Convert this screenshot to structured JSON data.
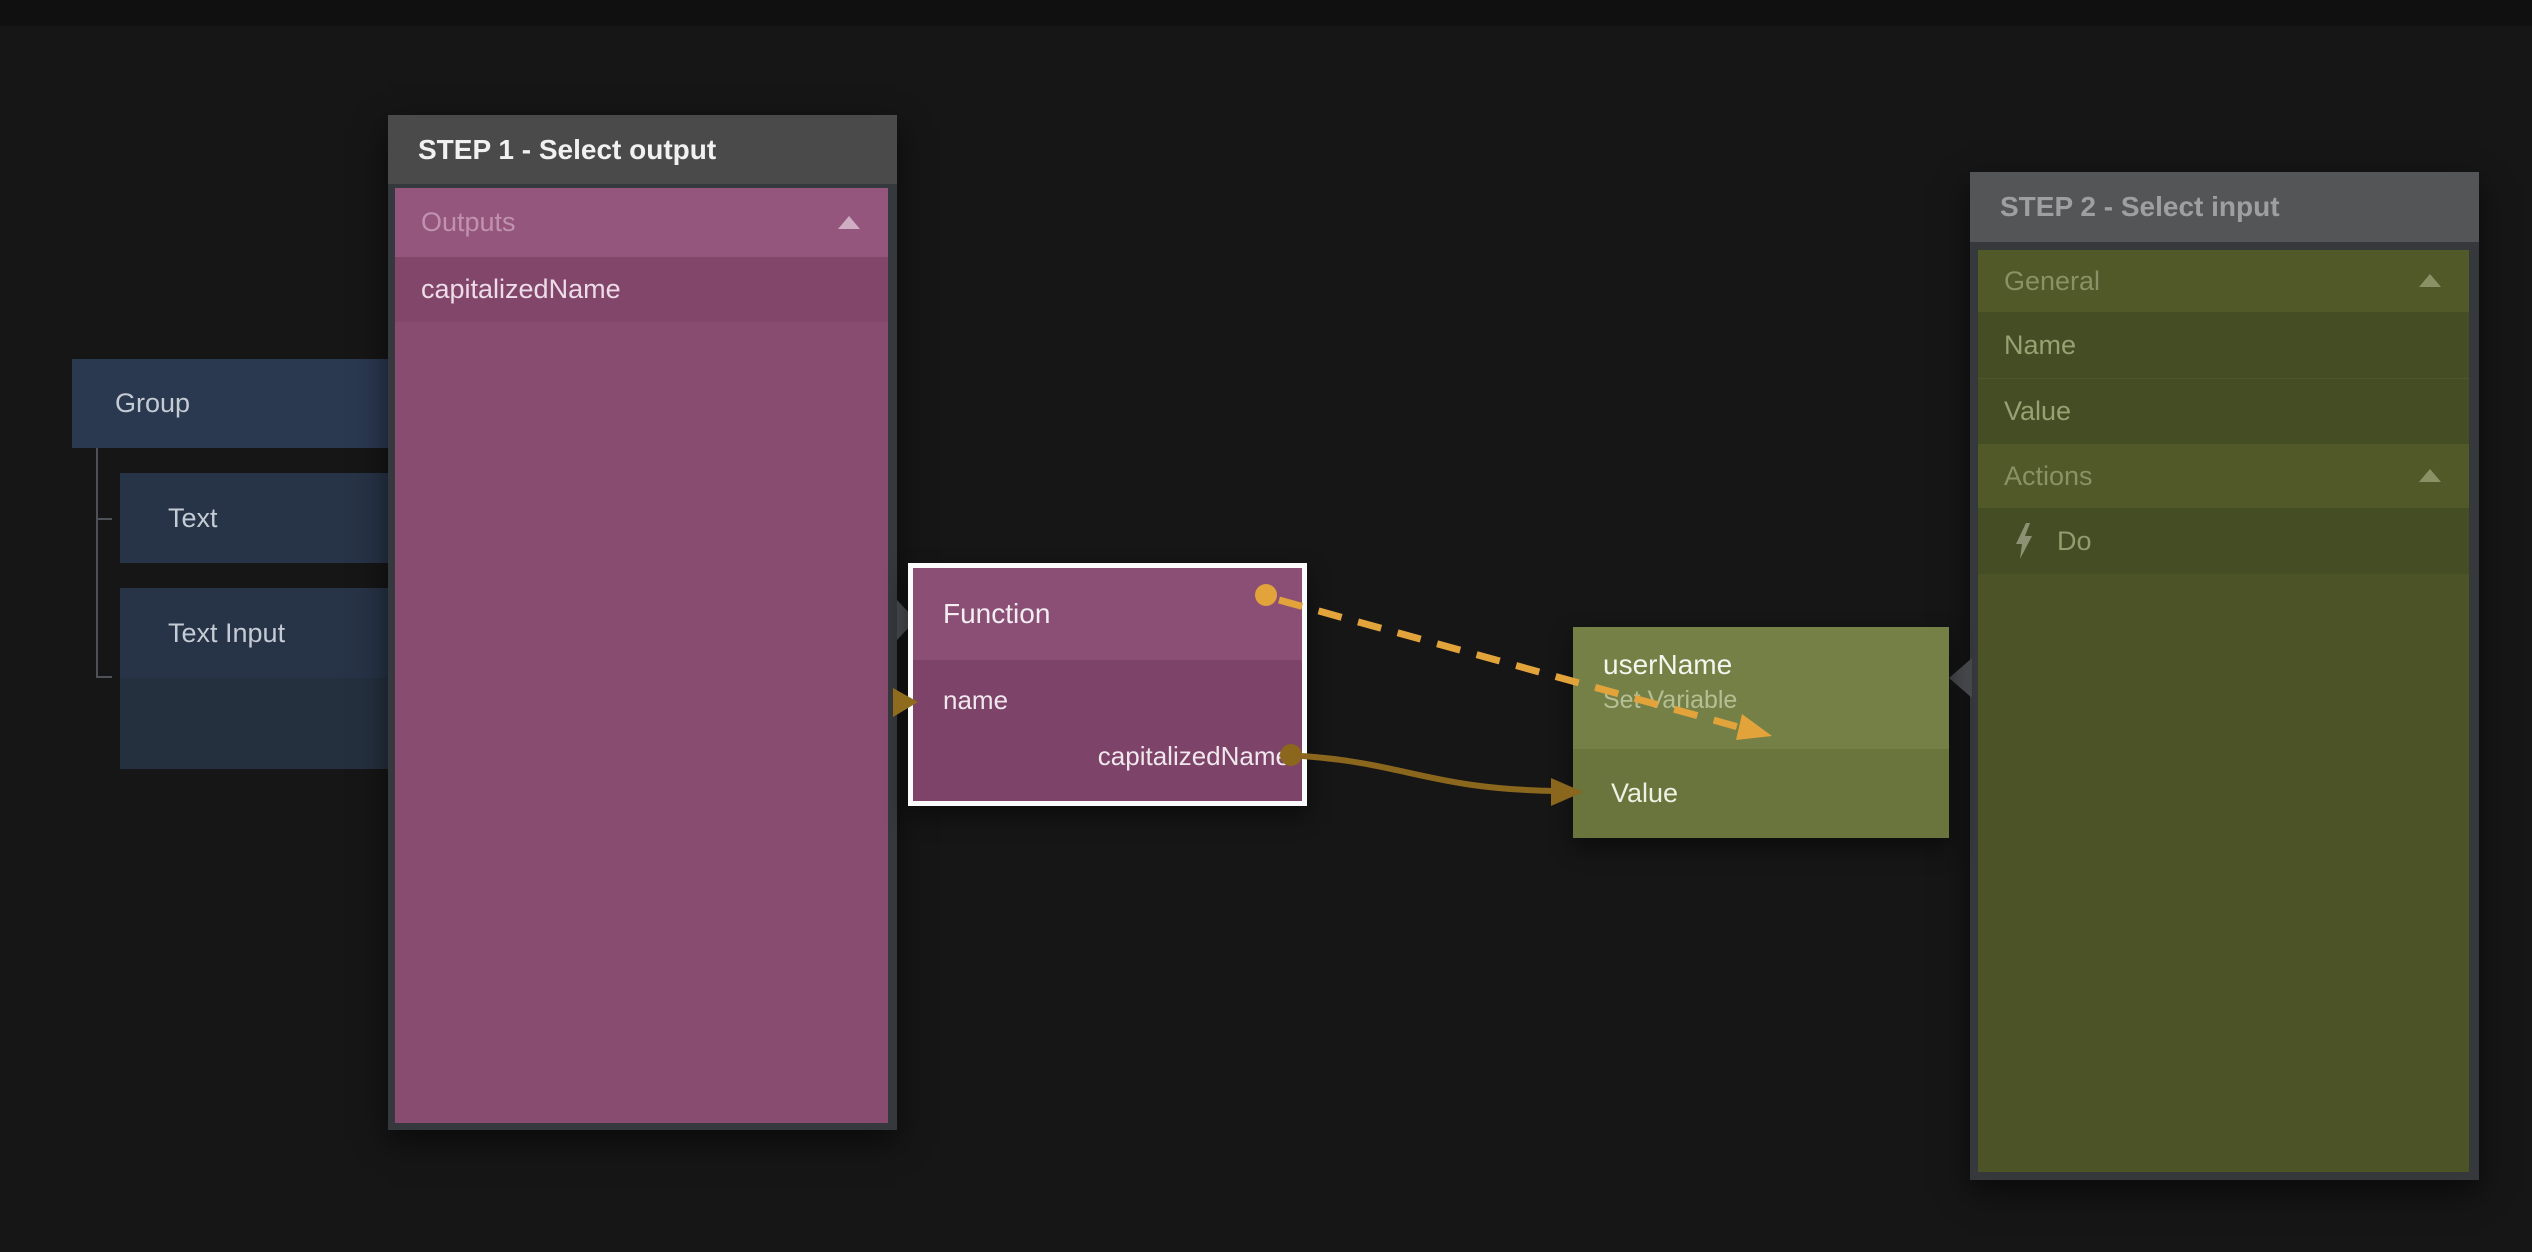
{
  "tree": {
    "group": {
      "label": "Group"
    },
    "children": [
      {
        "label": "Text"
      },
      {
        "label": "Text Input"
      },
      {
        "label": ""
      }
    ]
  },
  "step1": {
    "title": "STEP 1 - Select output",
    "section": {
      "label": "Outputs",
      "collapse_icon": "up-triangle"
    },
    "items": [
      {
        "label": "capitalizedName"
      }
    ]
  },
  "function_node": {
    "title": "Function",
    "inputs": [
      {
        "label": "name"
      }
    ],
    "outputs": [
      {
        "label": "capitalizedName"
      }
    ]
  },
  "variable_node": {
    "title": "userName",
    "subtitle": "Set Variable",
    "inputs": [
      {
        "label": "Value"
      }
    ]
  },
  "step2": {
    "title": "STEP 2 - Select input",
    "rows": [
      {
        "label": "General",
        "type": "section",
        "collapse_icon": "up-triangle"
      },
      {
        "label": "Name",
        "type": "item"
      },
      {
        "label": "Value",
        "type": "item"
      },
      {
        "label": "Actions",
        "type": "section",
        "collapse_icon": "up-triangle"
      },
      {
        "label": "Do",
        "type": "action",
        "icon": "lightning-icon"
      }
    ]
  },
  "colors": {
    "background": "#161616",
    "amber_bright": "#e2a33b",
    "gold_dark": "#8a671d",
    "port_arrow": "#8f6b1e",
    "pointer_gray": "#46484b",
    "pink_panel": "#894c71",
    "olive_panel": "#4b5327",
    "node_pink": "#7d4368",
    "node_olive": "#69753c",
    "node_blue": "#2a3850",
    "bolt_gray": "#8c9173"
  }
}
